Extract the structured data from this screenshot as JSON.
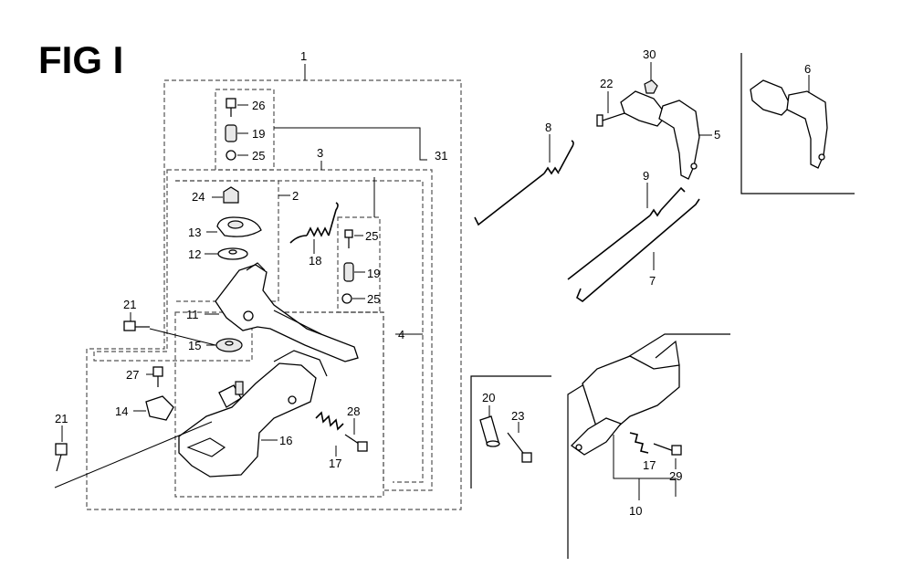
{
  "figure": {
    "title": "FIG I",
    "callouts": {
      "c1": "1",
      "c2": "2",
      "c3": "3",
      "c4": "4",
      "c5": "5",
      "c6": "6",
      "c7": "7",
      "c8": "8",
      "c9": "9",
      "c10": "10",
      "c11": "11",
      "c12": "12",
      "c13": "13",
      "c14": "14",
      "c15": "15",
      "c16": "16",
      "c17a": "17",
      "c17b": "17",
      "c18": "18",
      "c19a": "19",
      "c19b": "19",
      "c20": "20",
      "c21a": "21",
      "c21b": "21",
      "c22": "22",
      "c23": "23",
      "c24": "24",
      "c25a": "25",
      "c25b": "25",
      "c25c": "25",
      "c26": "26",
      "c27": "27",
      "c28": "28",
      "c29": "29",
      "c30": "30",
      "c31": "31"
    }
  }
}
